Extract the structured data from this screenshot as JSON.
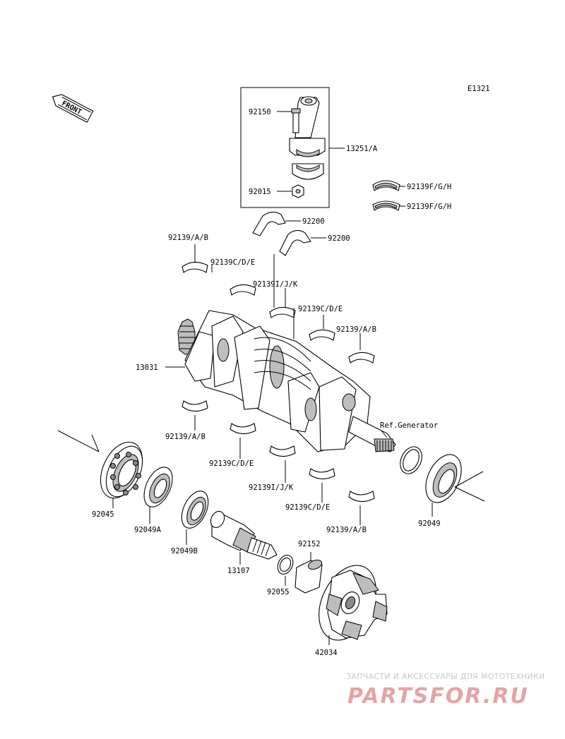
{
  "diagram_code": "E1321",
  "front_label": "FRONT",
  "parts": {
    "p92150": "92150",
    "p13251": "13251/A",
    "p92015": "92015",
    "p92139fgh_1": "92139F/G/H",
    "p92139fgh_2": "92139F/G/H",
    "p92200_1": "92200",
    "p92200_2": "92200",
    "p92139ab_1": "92139/A/B",
    "p92139cde_1": "92139C/D/E",
    "p92139ijk_1": "92139I/J/K",
    "p92139cde_2": "92139C/D/E",
    "p92139ab_2": "92139/A/B",
    "p13031": "13031",
    "ref_generator": "Ref.Generator",
    "p92139ab_3": "92139/A/B",
    "p92139cde_3": "92139C/D/E",
    "p92139ijk_2": "92139I/J/K",
    "p92139cde_4": "92139C/D/E",
    "p92139ab_4": "92139/A/B",
    "p92045": "92045",
    "p92049a": "92049A",
    "p92049b": "92049B",
    "p13107": "13107",
    "p92152": "92152",
    "p92055": "92055",
    "p42034": "42034",
    "p92049": "92049"
  },
  "watermark": {
    "tagline": "ЗАПЧАСТИ И АКСЕССУАРЫ ДЛЯ МОТОТЕХНИКИ",
    "logo": "PARTSFOR.RU"
  }
}
